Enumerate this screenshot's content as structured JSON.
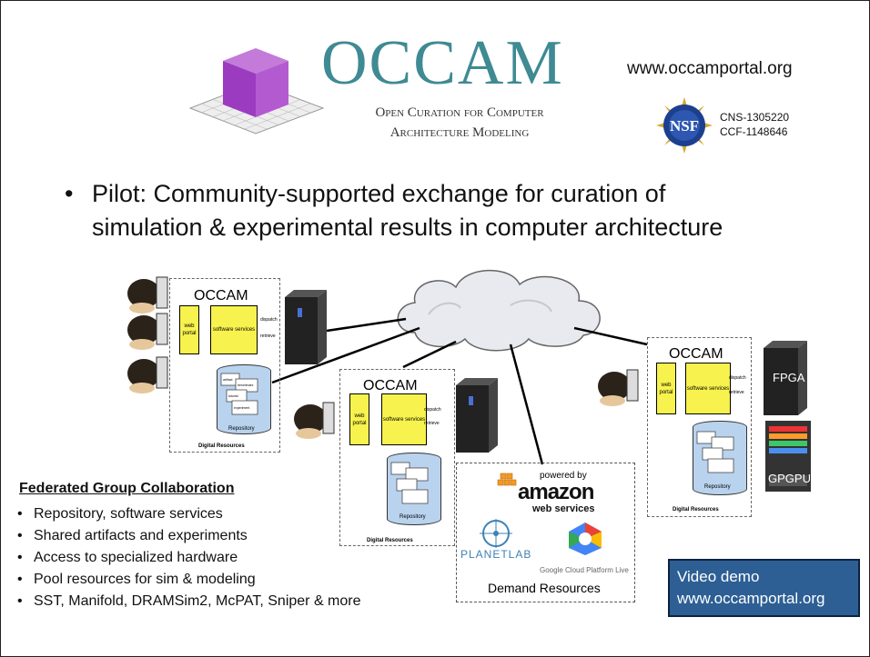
{
  "header": {
    "logo_icon": "purple-cube-icon",
    "title": "OCCAM",
    "subtitle_line1": "Open Curation for Computer",
    "subtitle_line2": "Architecture Modeling",
    "url": "www.occamportal.org",
    "nsf_seal_text": "NSF",
    "grant1": "CNS-1305220",
    "grant2": "CCF-1148646"
  },
  "main_bullet": {
    "line1": "Pilot: Community-supported exchange for curation of",
    "line2": "simulation & experimental results in computer architecture"
  },
  "diagram": {
    "node_label": "OCCAM",
    "web_portal": "web portal",
    "software_services": "software services",
    "repository": "Repository",
    "digital_resources": "Digital Resources",
    "dispatch": "dispatch",
    "retrieve": "retrieve",
    "artifact": "artifact",
    "benchmark": "benchmark",
    "tutorial": "tutorial",
    "experiment": "experiment",
    "fpga": "FPGA",
    "gpgpu": "GPGPU",
    "aws_powered": "powered by",
    "aws_name": "amazon",
    "aws_sub": "web services",
    "planetlab": "PLANETLAB",
    "google": "Google Cloud Platform Live",
    "demand_resources": "Demand Resources"
  },
  "federated": {
    "heading": "Federated Group Collaboration",
    "items": [
      "Repository, software services",
      "Shared artifacts and experiments",
      "Access to specialized hardware",
      "Pool resources for sim & modeling",
      "SST, Manifold, DRAMSim2, McPAT, Sniper & more"
    ]
  },
  "video": {
    "line1": "Video demo",
    "line2": "www.occamportal.org"
  },
  "colors": {
    "title": "#3f8a93",
    "cube": "#a64ec9",
    "yellow_box": "#f7f24d",
    "repository": "#b9d3ee",
    "video_bg": "#2d5f94"
  }
}
